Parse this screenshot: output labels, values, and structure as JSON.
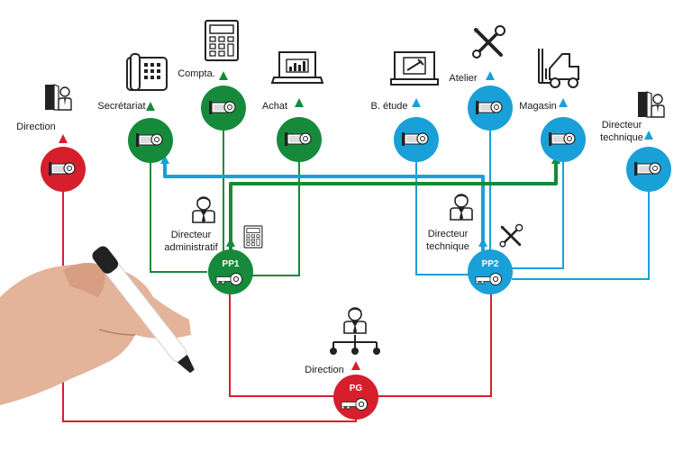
{
  "colors": {
    "red": "#d61f2c",
    "green": "#168a3a",
    "blue": "#1aa0d8",
    "ink": "#1a1a1a"
  },
  "labels": {
    "direction_left": "Direction",
    "secretariat": "Secrétariat",
    "compta": "Compta.",
    "achat": "Achat",
    "b_etude": "B. étude",
    "atelier": "Atelier",
    "magasin": "Magasin",
    "directeur_tech_right_1": "Directeur",
    "directeur_tech_right_2": "technique",
    "dir_admin_1": "Directeur",
    "dir_admin_2": "administratif",
    "dir_tech_mid_1": "Directeur",
    "dir_tech_mid_2": "technique",
    "direction_bottom": "Direction",
    "pp1": "PP1",
    "pp2": "PP2",
    "pg": "PG"
  },
  "icons": {
    "door_person": "door-person-icon",
    "phone": "desk-phone-icon",
    "calculator": "calculator-icon",
    "laptop_chart": "laptop-chart-icon",
    "monitor_design": "monitor-design-icon",
    "tools": "wrench-screwdriver-icon",
    "forklift": "forklift-icon",
    "person": "person-icon",
    "org": "org-chart-icon",
    "key": "key-icon",
    "lock": "lock-cylinder-icon"
  }
}
